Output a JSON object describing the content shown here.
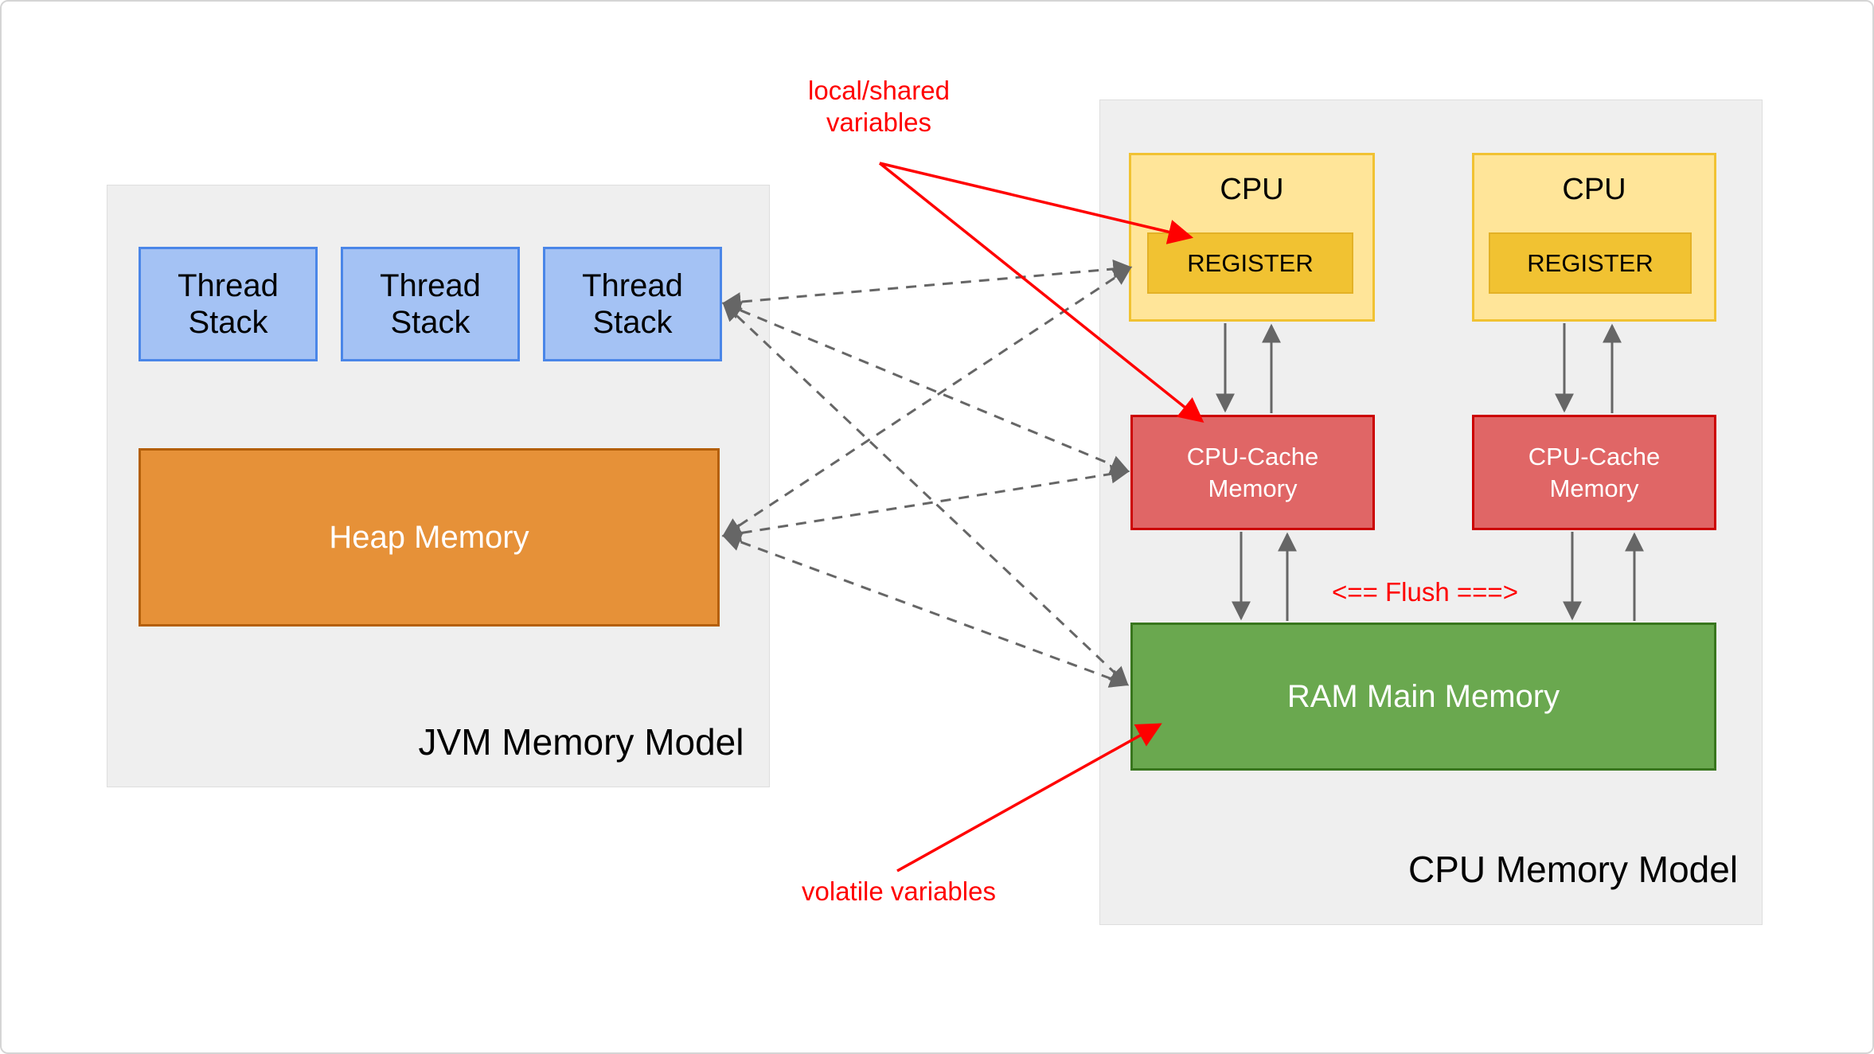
{
  "jvm": {
    "title": "JVM Memory Model",
    "thread_stacks": [
      "Thread Stack",
      "Thread Stack",
      "Thread Stack"
    ],
    "heap": "Heap Memory"
  },
  "cpu_model": {
    "title": "CPU Memory Model",
    "cpus": [
      {
        "label": "CPU",
        "register": "REGISTER"
      },
      {
        "label": "CPU",
        "register": "REGISTER"
      }
    ],
    "caches": [
      "CPU-Cache Memory",
      "CPU-Cache Memory"
    ],
    "ram": "RAM Main Memory"
  },
  "annotations": {
    "local_shared": "local/shared variables",
    "volatile_vars": "volatile variables",
    "flush": "<== Flush ===>"
  },
  "colors": {
    "panel_fill": "#efefef",
    "thread_fill": "#a4c2f4",
    "thread_border": "#4a86e8",
    "heap_fill": "#e69138",
    "heap_border": "#b45f06",
    "cpu_fill": "#ffe599",
    "cpu_border": "#f1c232",
    "register_fill": "#f1c232",
    "cache_fill": "#e06666",
    "cache_border": "#cc0000",
    "ram_fill": "#6aa84f",
    "ram_border": "#38761d",
    "connector_gray": "#666666",
    "annotation_red": "#ff0000"
  }
}
